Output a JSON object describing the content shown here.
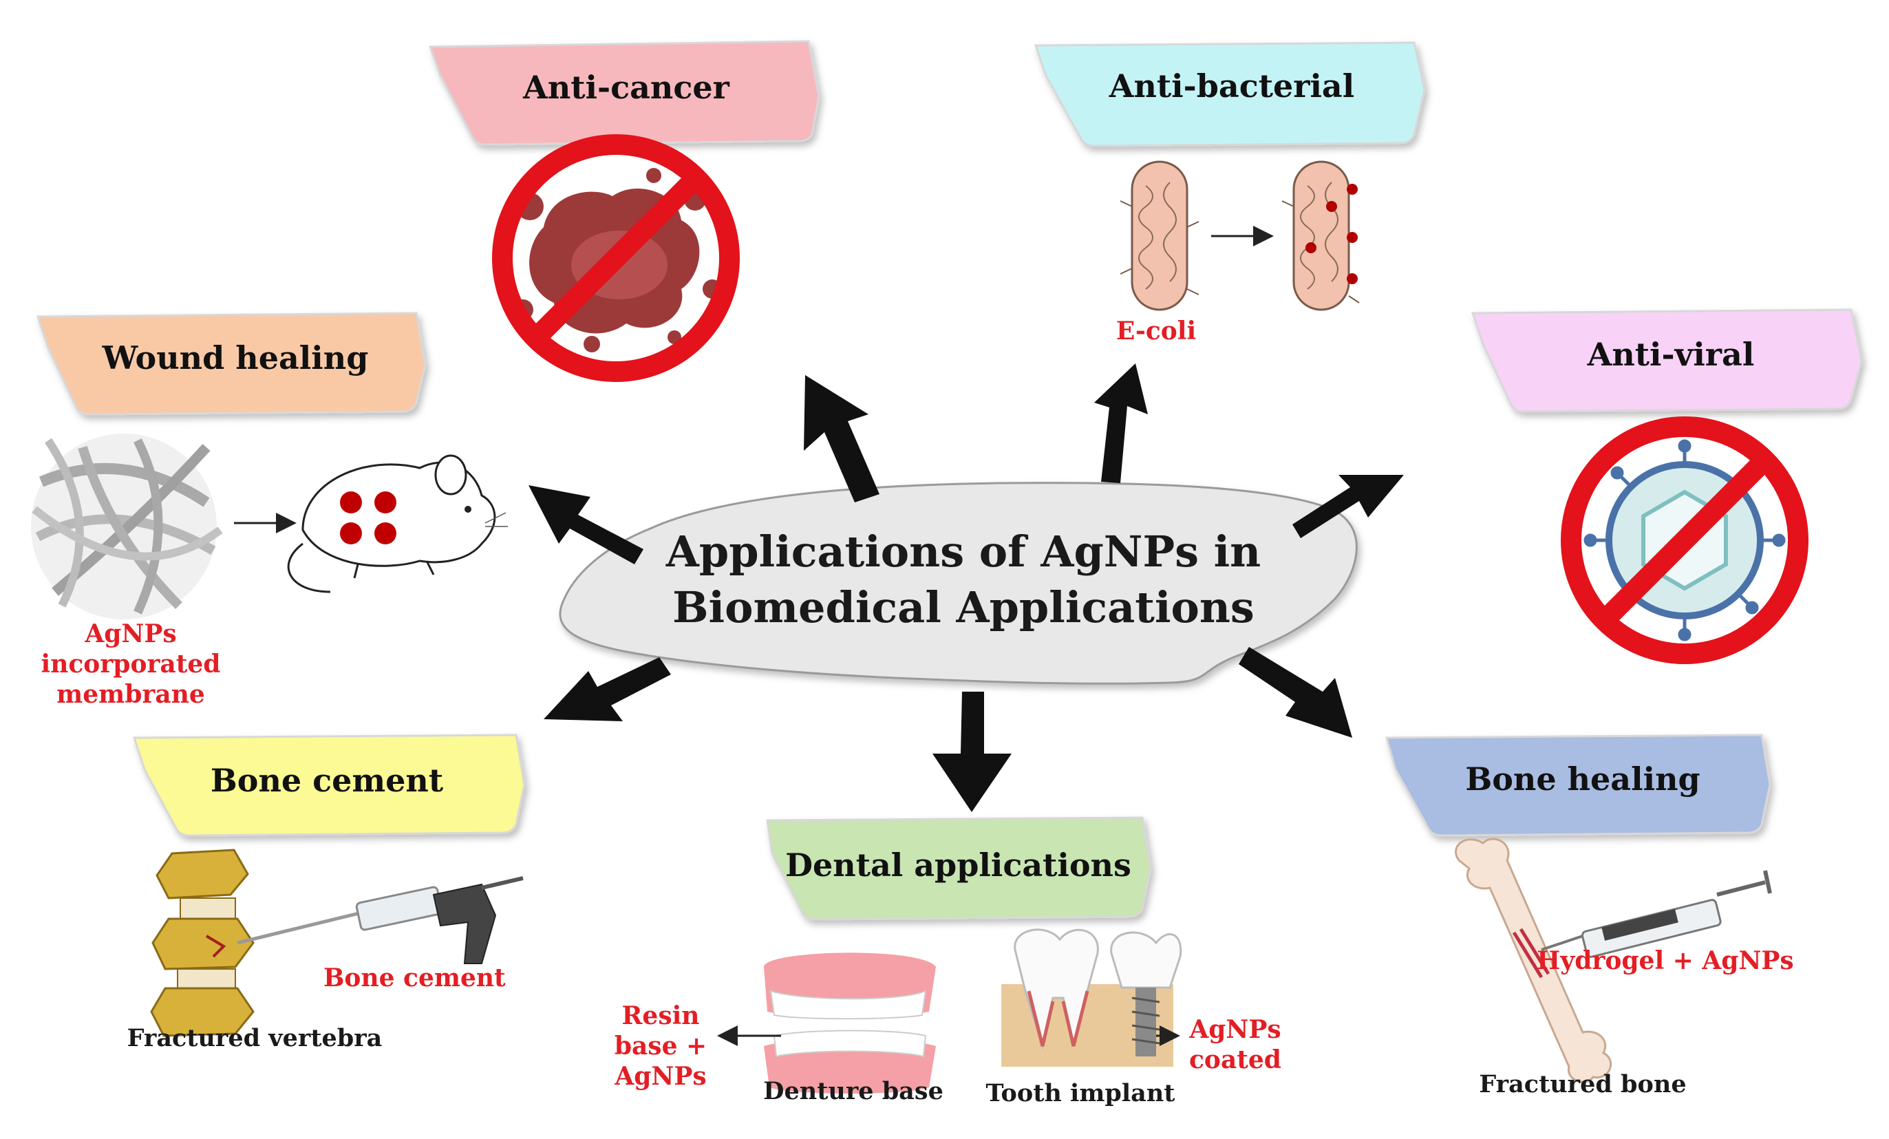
{
  "center": {
    "line1": "Applications of AgNPs in",
    "line2": "Biomedical Applications"
  },
  "categories": {
    "anticancer": "Anti-cancer",
    "antibacterial": "Anti-bacterial",
    "woundhealing": "Wound healing",
    "antiviral": "Anti-viral",
    "bonecement": "Bone cement",
    "dental": "Dental applications",
    "bonehealing": "Bone healing"
  },
  "labels": {
    "ecoli": "E-coli",
    "membrane_line1": "AgNPs",
    "membrane_line2": "incorporated",
    "membrane_line3": "membrane",
    "bone_cement_red": "Bone cement",
    "fractured_vertebra": "Fractured vertebra",
    "resin_line1": "Resin",
    "resin_line2": "base +",
    "resin_line3": "AgNPs",
    "denture_base": "Denture base",
    "tooth_implant": "Tooth implant",
    "agnps_coated_line1": "AgNPs",
    "agnps_coated_line2": "coated",
    "hydrogel": "Hydrogel + AgNPs",
    "fractured_bone": "Fractured bone"
  },
  "colors": {
    "anticancer": "#f7b8bd",
    "antibacterial": "#c4f3f6",
    "woundhealing": "#f9c9a6",
    "antiviral": "#f8d2f7",
    "bonecement": "#fbfa94",
    "dental": "#c8e5b2",
    "bonehealing": "#a9bce2",
    "annotation_red": "#e31e24",
    "center_cloud": "#e8e8e8"
  }
}
